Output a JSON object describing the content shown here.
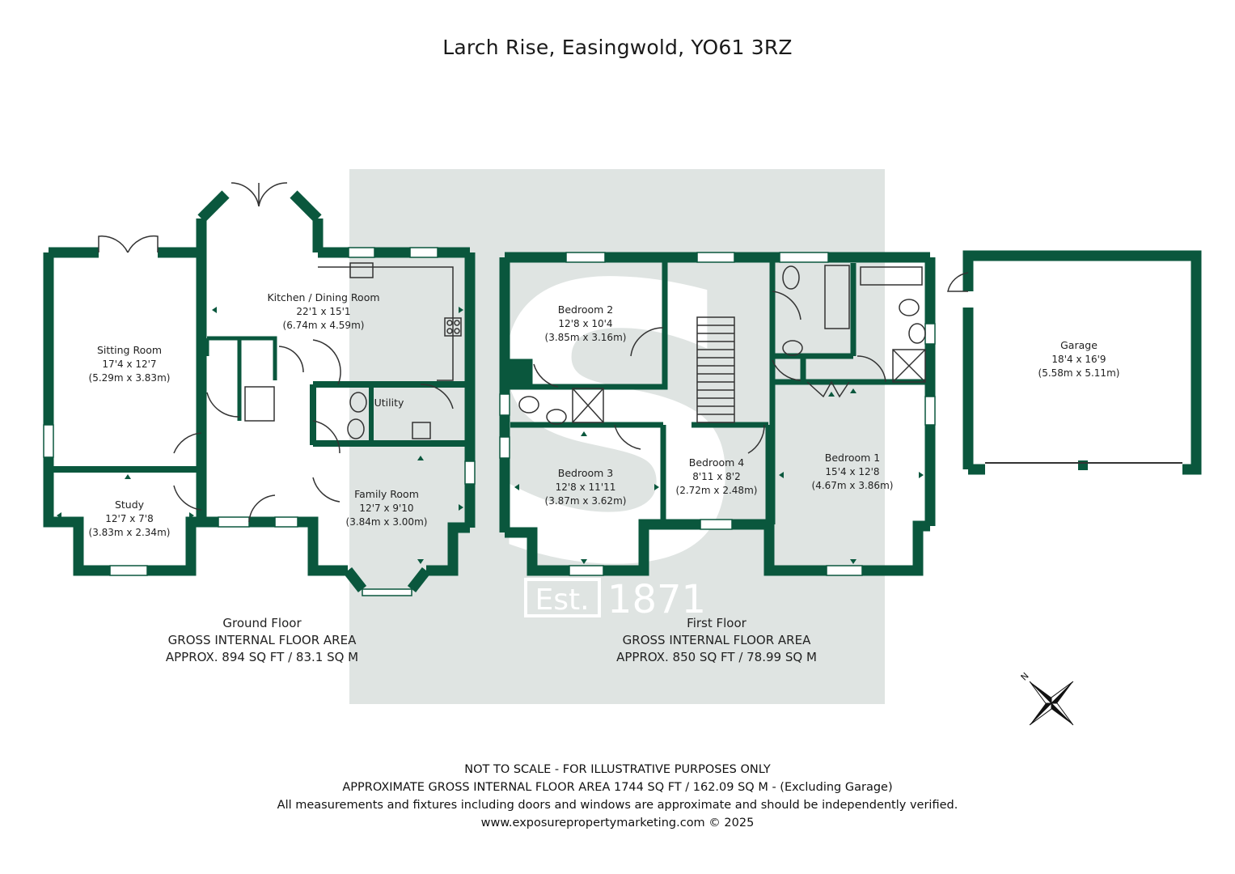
{
  "title": "Larch Rise, Easingwold, YO61 3RZ",
  "colors": {
    "wall": "#0a573d",
    "watermark_block": "#dfe4e2",
    "watermark_logo": "#ffffff",
    "text": "#222222"
  },
  "watermark": {
    "logo_letter": "S",
    "est_label": "Est.",
    "year": "1871"
  },
  "rooms": {
    "kitchen": {
      "name": "Kitchen / Dining Room",
      "imperial": "22'1 x 15'1",
      "metric": "(6.74m x 4.59m)"
    },
    "sitting": {
      "name": "Sitting Room",
      "imperial": "17'4 x 12'7",
      "metric": "(5.29m x 3.83m)"
    },
    "utility": {
      "name": "Utility"
    },
    "study": {
      "name": "Study",
      "imperial": "12'7 x 7'8",
      "metric": "(3.83m x 2.34m)"
    },
    "family": {
      "name": "Family Room",
      "imperial": "12'7 x 9'10",
      "metric": "(3.84m x 3.00m)"
    },
    "bedroom2": {
      "name": "Bedroom 2",
      "imperial": "12'8 x 10'4",
      "metric": "(3.85m x 3.16m)"
    },
    "bedroom3": {
      "name": "Bedroom 3",
      "imperial": "12'8 x 11'11",
      "metric": "(3.87m x 3.62m)"
    },
    "bedroom4": {
      "name": "Bedroom 4",
      "imperial": "8'11 x 8'2",
      "metric": "(2.72m x 2.48m)"
    },
    "bedroom1": {
      "name": "Bedroom 1",
      "imperial": "15'4 x 12'8",
      "metric": "(4.67m x 3.86m)"
    },
    "garage": {
      "name": "Garage",
      "imperial": "18'4 x 16'9",
      "metric": "(5.58m x 5.11m)"
    }
  },
  "floors": {
    "ground": {
      "name": "Ground Floor",
      "area_label": "GROSS INTERNAL FLOOR AREA",
      "area": "APPROX. 894 SQ FT / 83.1 SQ M"
    },
    "first": {
      "name": "First Floor",
      "area_label": "GROSS INTERNAL FLOOR AREA",
      "area": "APPROX. 850 SQ FT / 78.99 SQ M"
    }
  },
  "compass": {
    "label": "N"
  },
  "footer": {
    "line1": "NOT TO SCALE - FOR ILLUSTRATIVE PURPOSES ONLY",
    "line2": "APPROXIMATE GROSS INTERNAL FLOOR AREA 1744 SQ FT / 162.09 SQ M - (Excluding Garage)",
    "line3": "All measurements and fixtures including doors and windows are approximate and should be independently verified.",
    "line4": "www.exposurepropertymarketing.com © 2025"
  }
}
